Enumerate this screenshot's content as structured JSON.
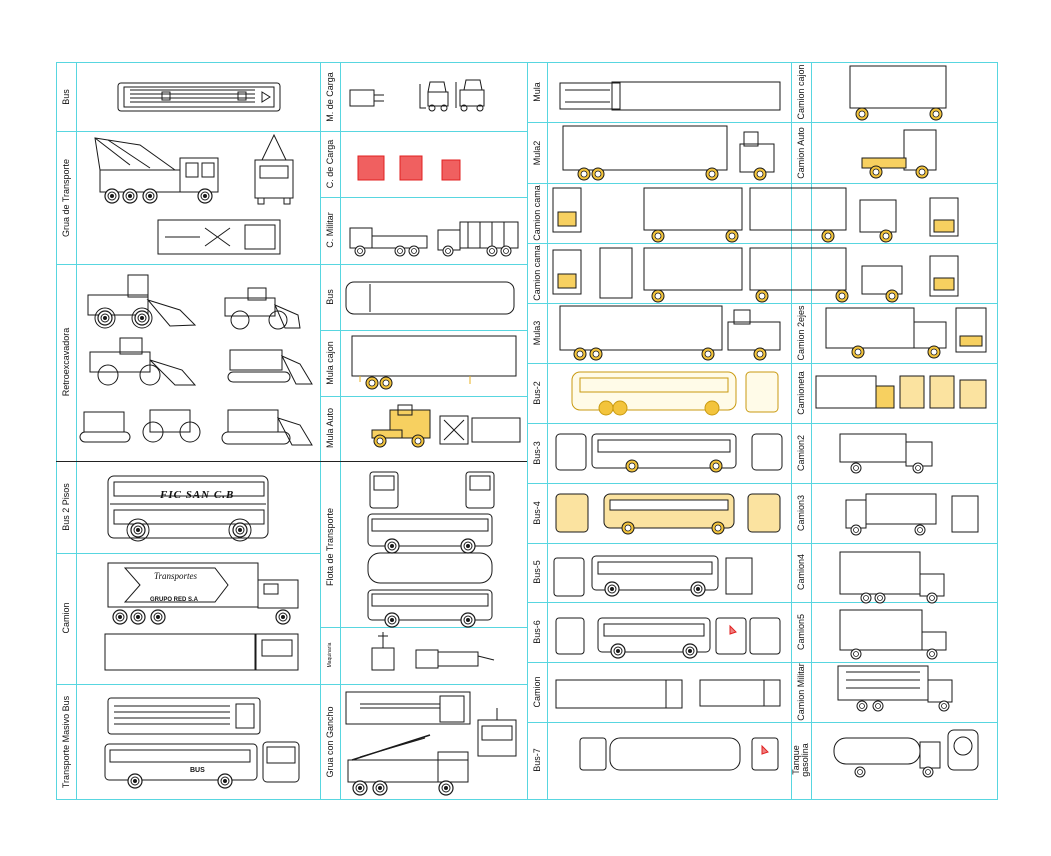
{
  "colors": {
    "grid": "#58d6e0",
    "outline": "#1a1a1a",
    "accent_yellow": "#e8b020",
    "accent_red": "#e02020",
    "background": "#ffffff"
  },
  "sections": {
    "col1": {
      "bus": "Bus",
      "gruas_transporte": "Grua de Transporte",
      "retroexcavadora": "Retroexcavadora",
      "bus_2_pisos": "Bus 2 Pisos",
      "camion": "Camion",
      "transporte_masivo_bus": "Transporte Masivo Bus"
    },
    "col2": {
      "m_de_carga": "M. de Carga",
      "c_de_carga": "C. de Carga",
      "c_militar": "C. Militar",
      "bus": "Bus",
      "mula_cajon": "Mula cajon",
      "mula_auto": "Mula Auto",
      "flota_transporte": "Flota de Transporte",
      "maquinaria": "Maquinaria",
      "grua_gancho": "Grua con Gancho"
    },
    "col3": {
      "mula": "Mula",
      "mula2": "Mula2",
      "camion_cama_1": "Camion cama",
      "camion_cama_2": "Camion cama",
      "mula3": "Mula3",
      "bus_2": "Bus-2",
      "bus_3": "Bus-3",
      "bus_4": "Bus-4",
      "bus_5": "Bus-5",
      "bus_6": "Bus-6",
      "camion": "Camion",
      "bus_7": "Bus-7"
    },
    "col4": {
      "camion_cajon": "Camion cajon",
      "camion_auto": "Camion Auto",
      "camion_2ejes": "Camion 2ejes",
      "camioneta": "Camioneta",
      "camion2": "Camion2",
      "camion3": "Camion3",
      "camion4": "Camion4",
      "camion5": "Camion5",
      "camion_militar": "Camion Militar",
      "tanque_gasolina_1": "Tanque",
      "tanque_gasolina_2": "gasolina"
    }
  },
  "inscriptions": {
    "bus_2_pisos_banner": "FIC SAN C.B",
    "camion_logo": "Transportes",
    "camion_sub": "GRUPO RED S.A",
    "masivo_bus_label": "BUS"
  },
  "icons": [
    "bus-top-view-icon",
    "crane-truck-icon",
    "wheel-loader-icon",
    "bulldozer-icon",
    "double-decker-bus-icon",
    "trailer-truck-icon",
    "forklift-icon",
    "cargo-container-icon",
    "military-truck-icon",
    "semi-truck-icon",
    "bus-side-view-icon",
    "tank-truck-icon"
  ]
}
